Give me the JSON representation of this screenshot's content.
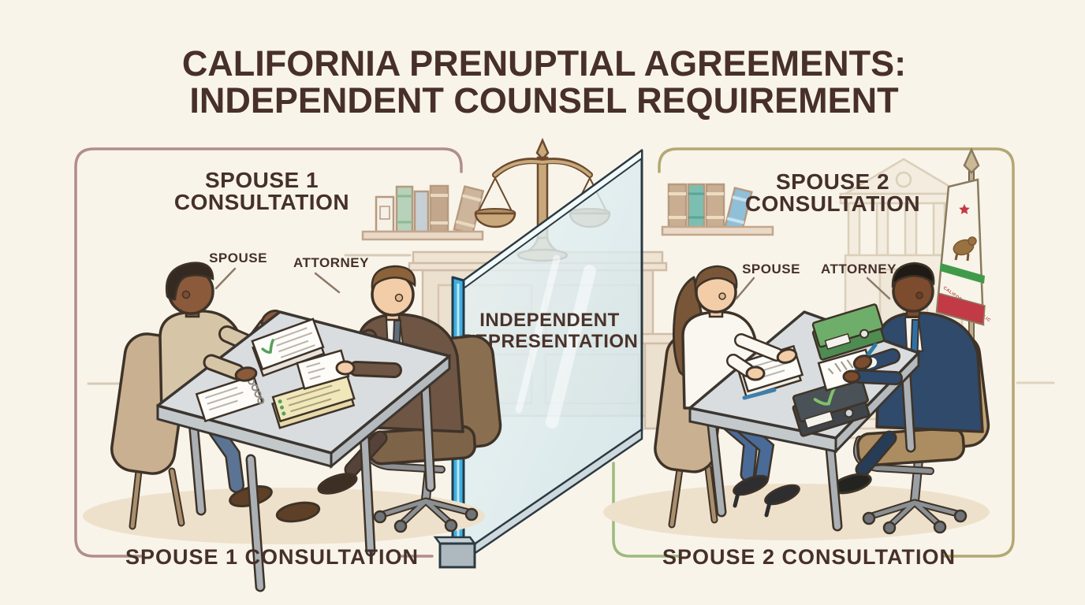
{
  "title": {
    "line1": "CALIFORNIA PRENUPTIAL AGREEMENTS:",
    "line2": "INDEPENDENT COUNSEL REQUIREMENT"
  },
  "left_panel": {
    "header_line1": "SPOUSE 1",
    "header_line2": "CONSULTATION",
    "spouse_label": "SPOUSE",
    "attorney_label": "ATTORNEY",
    "bottom_label": "SPOUSE 1 CONSULTATION"
  },
  "divider": {
    "label_line1": "INDEPENDENT",
    "label_line2": "REPRESENTATION"
  },
  "right_panel": {
    "header_line1": "SPOUSE 2",
    "header_line2": "CONSULTATION",
    "spouse_label": "SPOUSE",
    "attorney_label": "ATTORNEY",
    "bottom_label": "SPOUSE 2 CONSULTATION"
  },
  "flag": {
    "text": "CALIFORNIA REPUBLIC"
  },
  "colors": {
    "background": "#f9f4e9",
    "text_brown": "#48322a",
    "left_border": "#b18e8b",
    "right_border": "#b2a873",
    "right_border_green": "#9dba7f",
    "glass_edge_blue": "#3fb0e0",
    "glass_face": "#d9e9ec",
    "flag_red": "#c23a45",
    "flag_green": "#3f9b4a",
    "binder_green": "#6fae6a",
    "suit_brown": "#6e5544",
    "suit_navy": "#2f4a6b",
    "table_gray": "#d9dddf",
    "chair_tan": "#c9b091"
  }
}
